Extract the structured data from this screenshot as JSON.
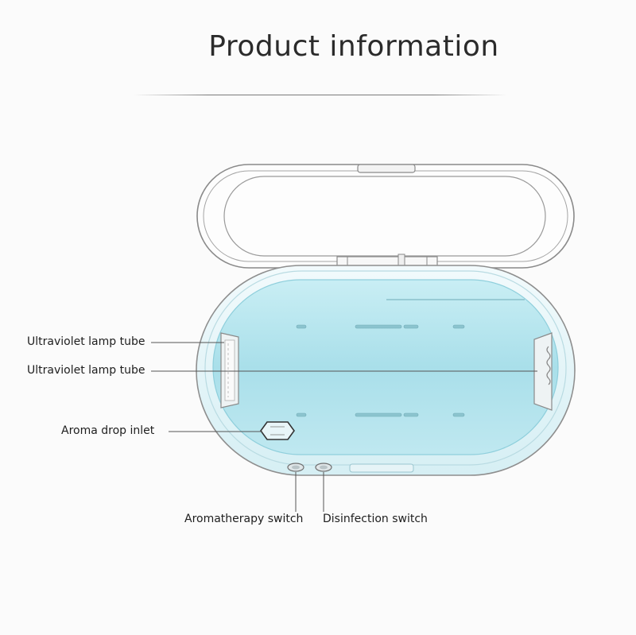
{
  "title": "Product information",
  "labels": {
    "uv_lamp_top": "Ultraviolet lamp tube",
    "uv_lamp_bottom": "Ultraviolet lamp tube",
    "aroma_inlet": "Aroma drop inlet",
    "aroma_switch": "Aromatherapy switch",
    "disinfection_switch": "Disinfection switch"
  },
  "colors": {
    "tray_blue": "#aee2ec",
    "outline": "#8a8a8a",
    "leader_line": "#555555"
  }
}
